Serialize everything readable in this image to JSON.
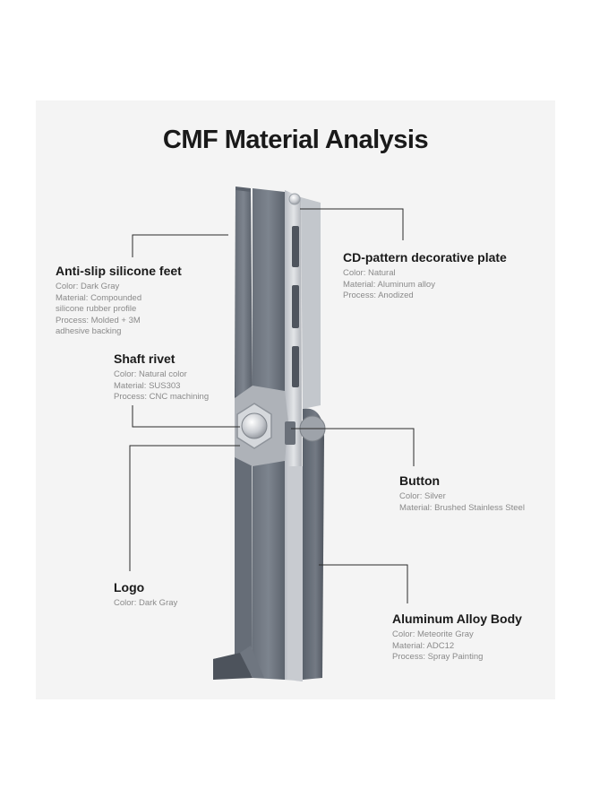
{
  "title": "CMF Material Analysis",
  "colors": {
    "panel_dark": "#5f6670",
    "panel_light": "#7b828c",
    "metal_silver": "#c9ccd1",
    "leader_line": "#2a2a2a"
  },
  "callouts": [
    {
      "id": "anti-slip-silicone-feet",
      "heading": "Anti-slip silicone feet",
      "lines": [
        "Color: Dark Gray",
        "Material: Compounded",
        "silicone rubber profile",
        "Process: Molded + 3M",
        "adhesive backing"
      ]
    },
    {
      "id": "shaft-rivet",
      "heading": "Shaft rivet",
      "lines": [
        "Color: Natural color",
        "Material: SUS303",
        "Process: CNC machining"
      ]
    },
    {
      "id": "logo",
      "heading": "Logo",
      "lines": [
        "Color: Dark Gray"
      ]
    },
    {
      "id": "cd-pattern-decorative-plate",
      "heading": "CD-pattern decorative plate",
      "lines": [
        "Color: Natural",
        "Material: Aluminum alloy",
        "Process: Anodized"
      ]
    },
    {
      "id": "button",
      "heading": "Button",
      "lines": [
        "Color: Silver",
        "Material: Brushed Stainless Steel"
      ]
    },
    {
      "id": "aluminum-alloy-body",
      "heading": "Aluminum Alloy Body",
      "lines": [
        "Color: Meteorite Gray",
        "Material: ADC12",
        "Process: Spray Painting"
      ]
    }
  ]
}
